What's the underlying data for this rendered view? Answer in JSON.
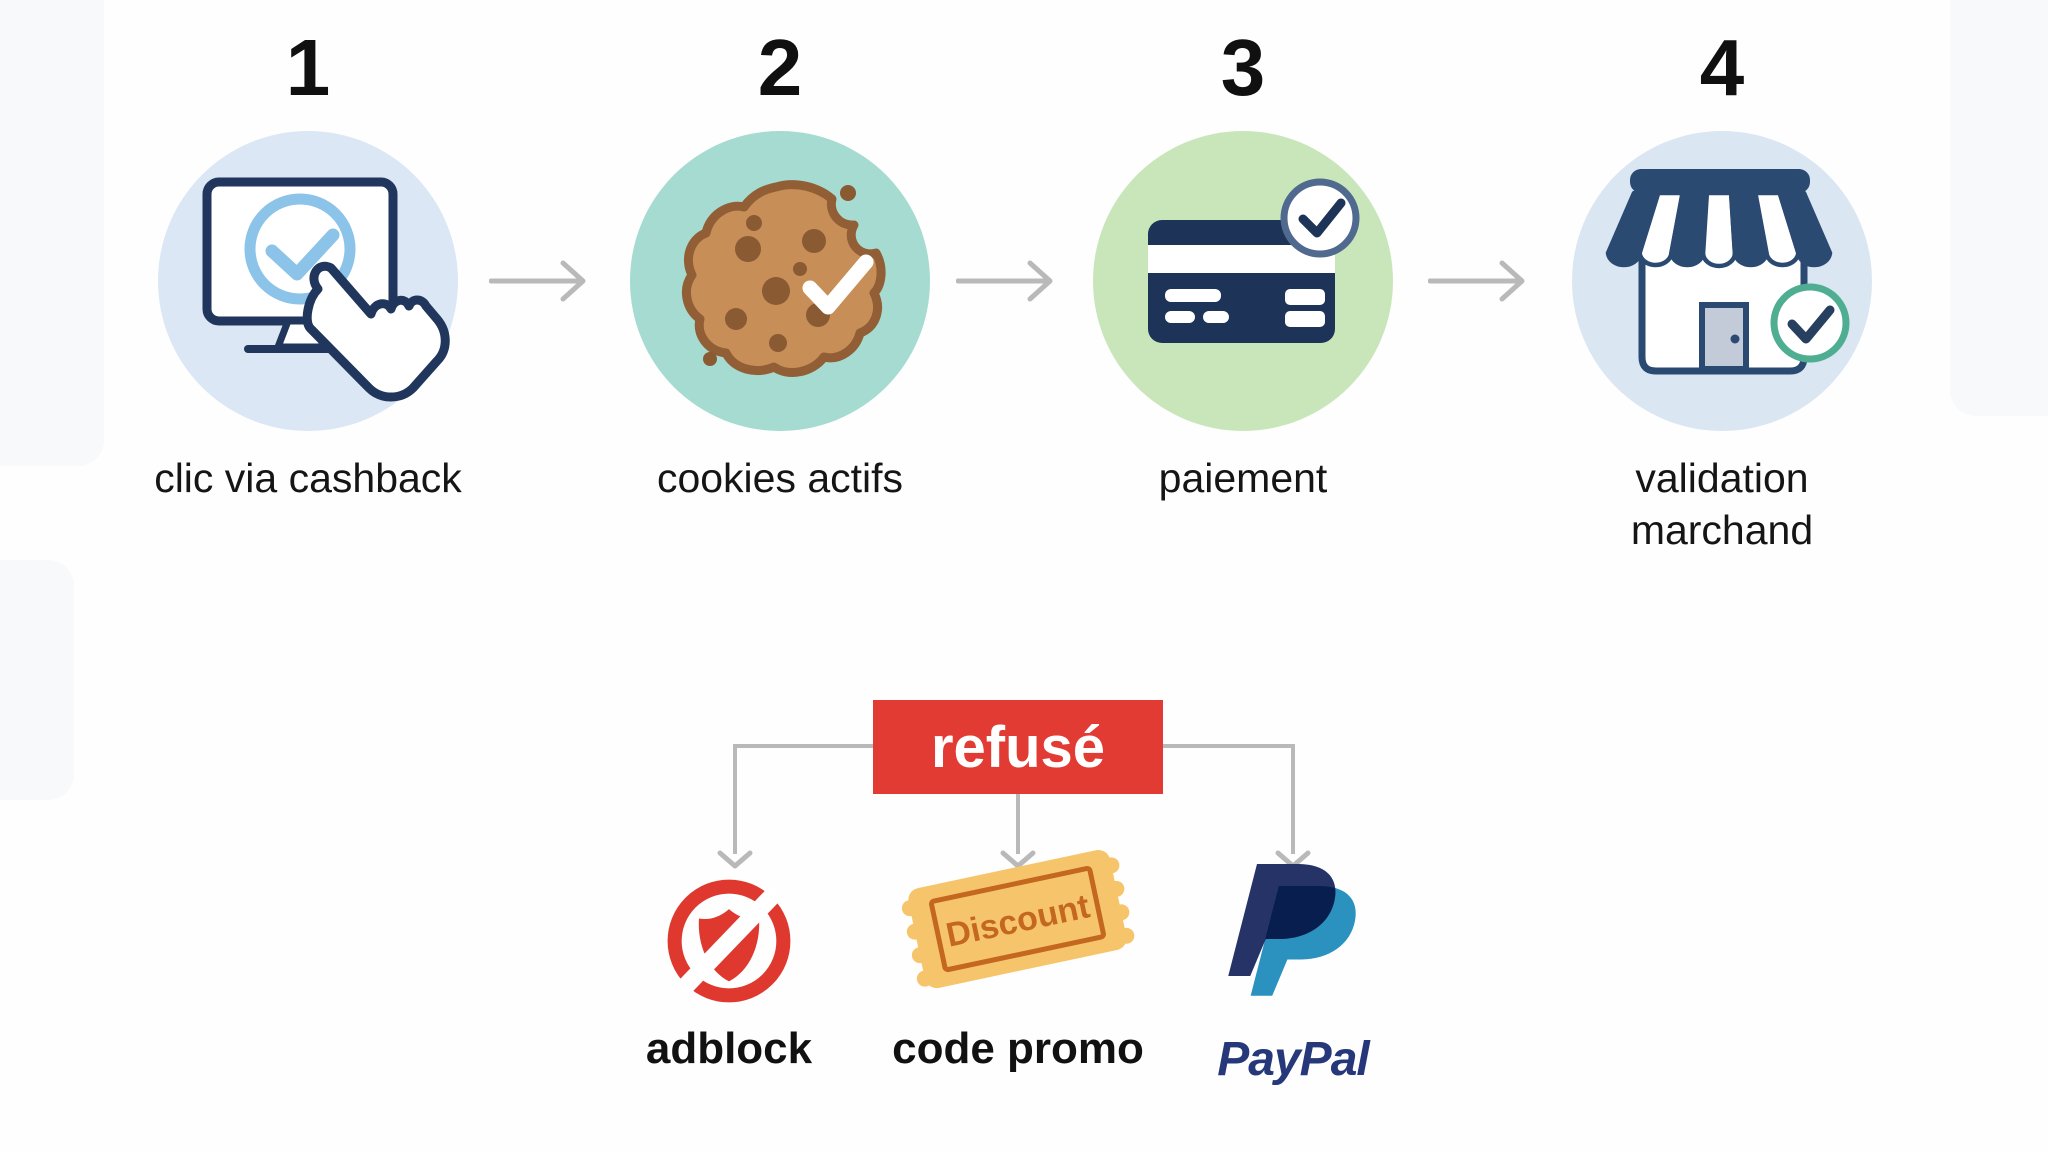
{
  "steps": [
    {
      "number": "1",
      "label": "clic via cashback",
      "icon": "monitor-click-check-icon",
      "circle_color": "#dbe7f5"
    },
    {
      "number": "2",
      "label": "cookies actifs",
      "icon": "cookie-check-icon",
      "circle_color": "#a5dbd0"
    },
    {
      "number": "3",
      "label": "paiement",
      "icon": "credit-card-check-icon",
      "circle_color": "#c9e6bb"
    },
    {
      "number": "4",
      "label": "validation marchand",
      "icon": "storefront-check-icon",
      "circle_color": "#dbe6f3"
    }
  ],
  "refused": {
    "label": "refusé",
    "box_color": "#e23b33",
    "text_color": "#ffffff",
    "causes": [
      {
        "label": "adblock",
        "icon": "adblock-blocked-shield-icon"
      },
      {
        "label": "code promo",
        "icon": "discount-ticket-icon",
        "ticket_text": "Discount"
      },
      {
        "label": "PayPal",
        "icon": "paypal-logo"
      }
    ]
  },
  "colors": {
    "navy_icon": "#20365c",
    "card_navy": "#1d3357",
    "store_navy": "#2b4a72",
    "light_blue_check": "#8cc3e9",
    "arrow_gray": "#b9b9b9",
    "red": "#e23b33",
    "adblock_red": "#df382e",
    "cookie_body": "#c78e58",
    "cookie_outline": "#915e35",
    "cookie_chip": "#8a5a33",
    "ticket_body": "#f6c56b",
    "ticket_ink": "#c4671f",
    "badge_green_ring": "#4fae92",
    "paypal_navy": "#263367",
    "paypal_blue": "#2b93c0",
    "paypal_word_navy": "#26387a"
  }
}
